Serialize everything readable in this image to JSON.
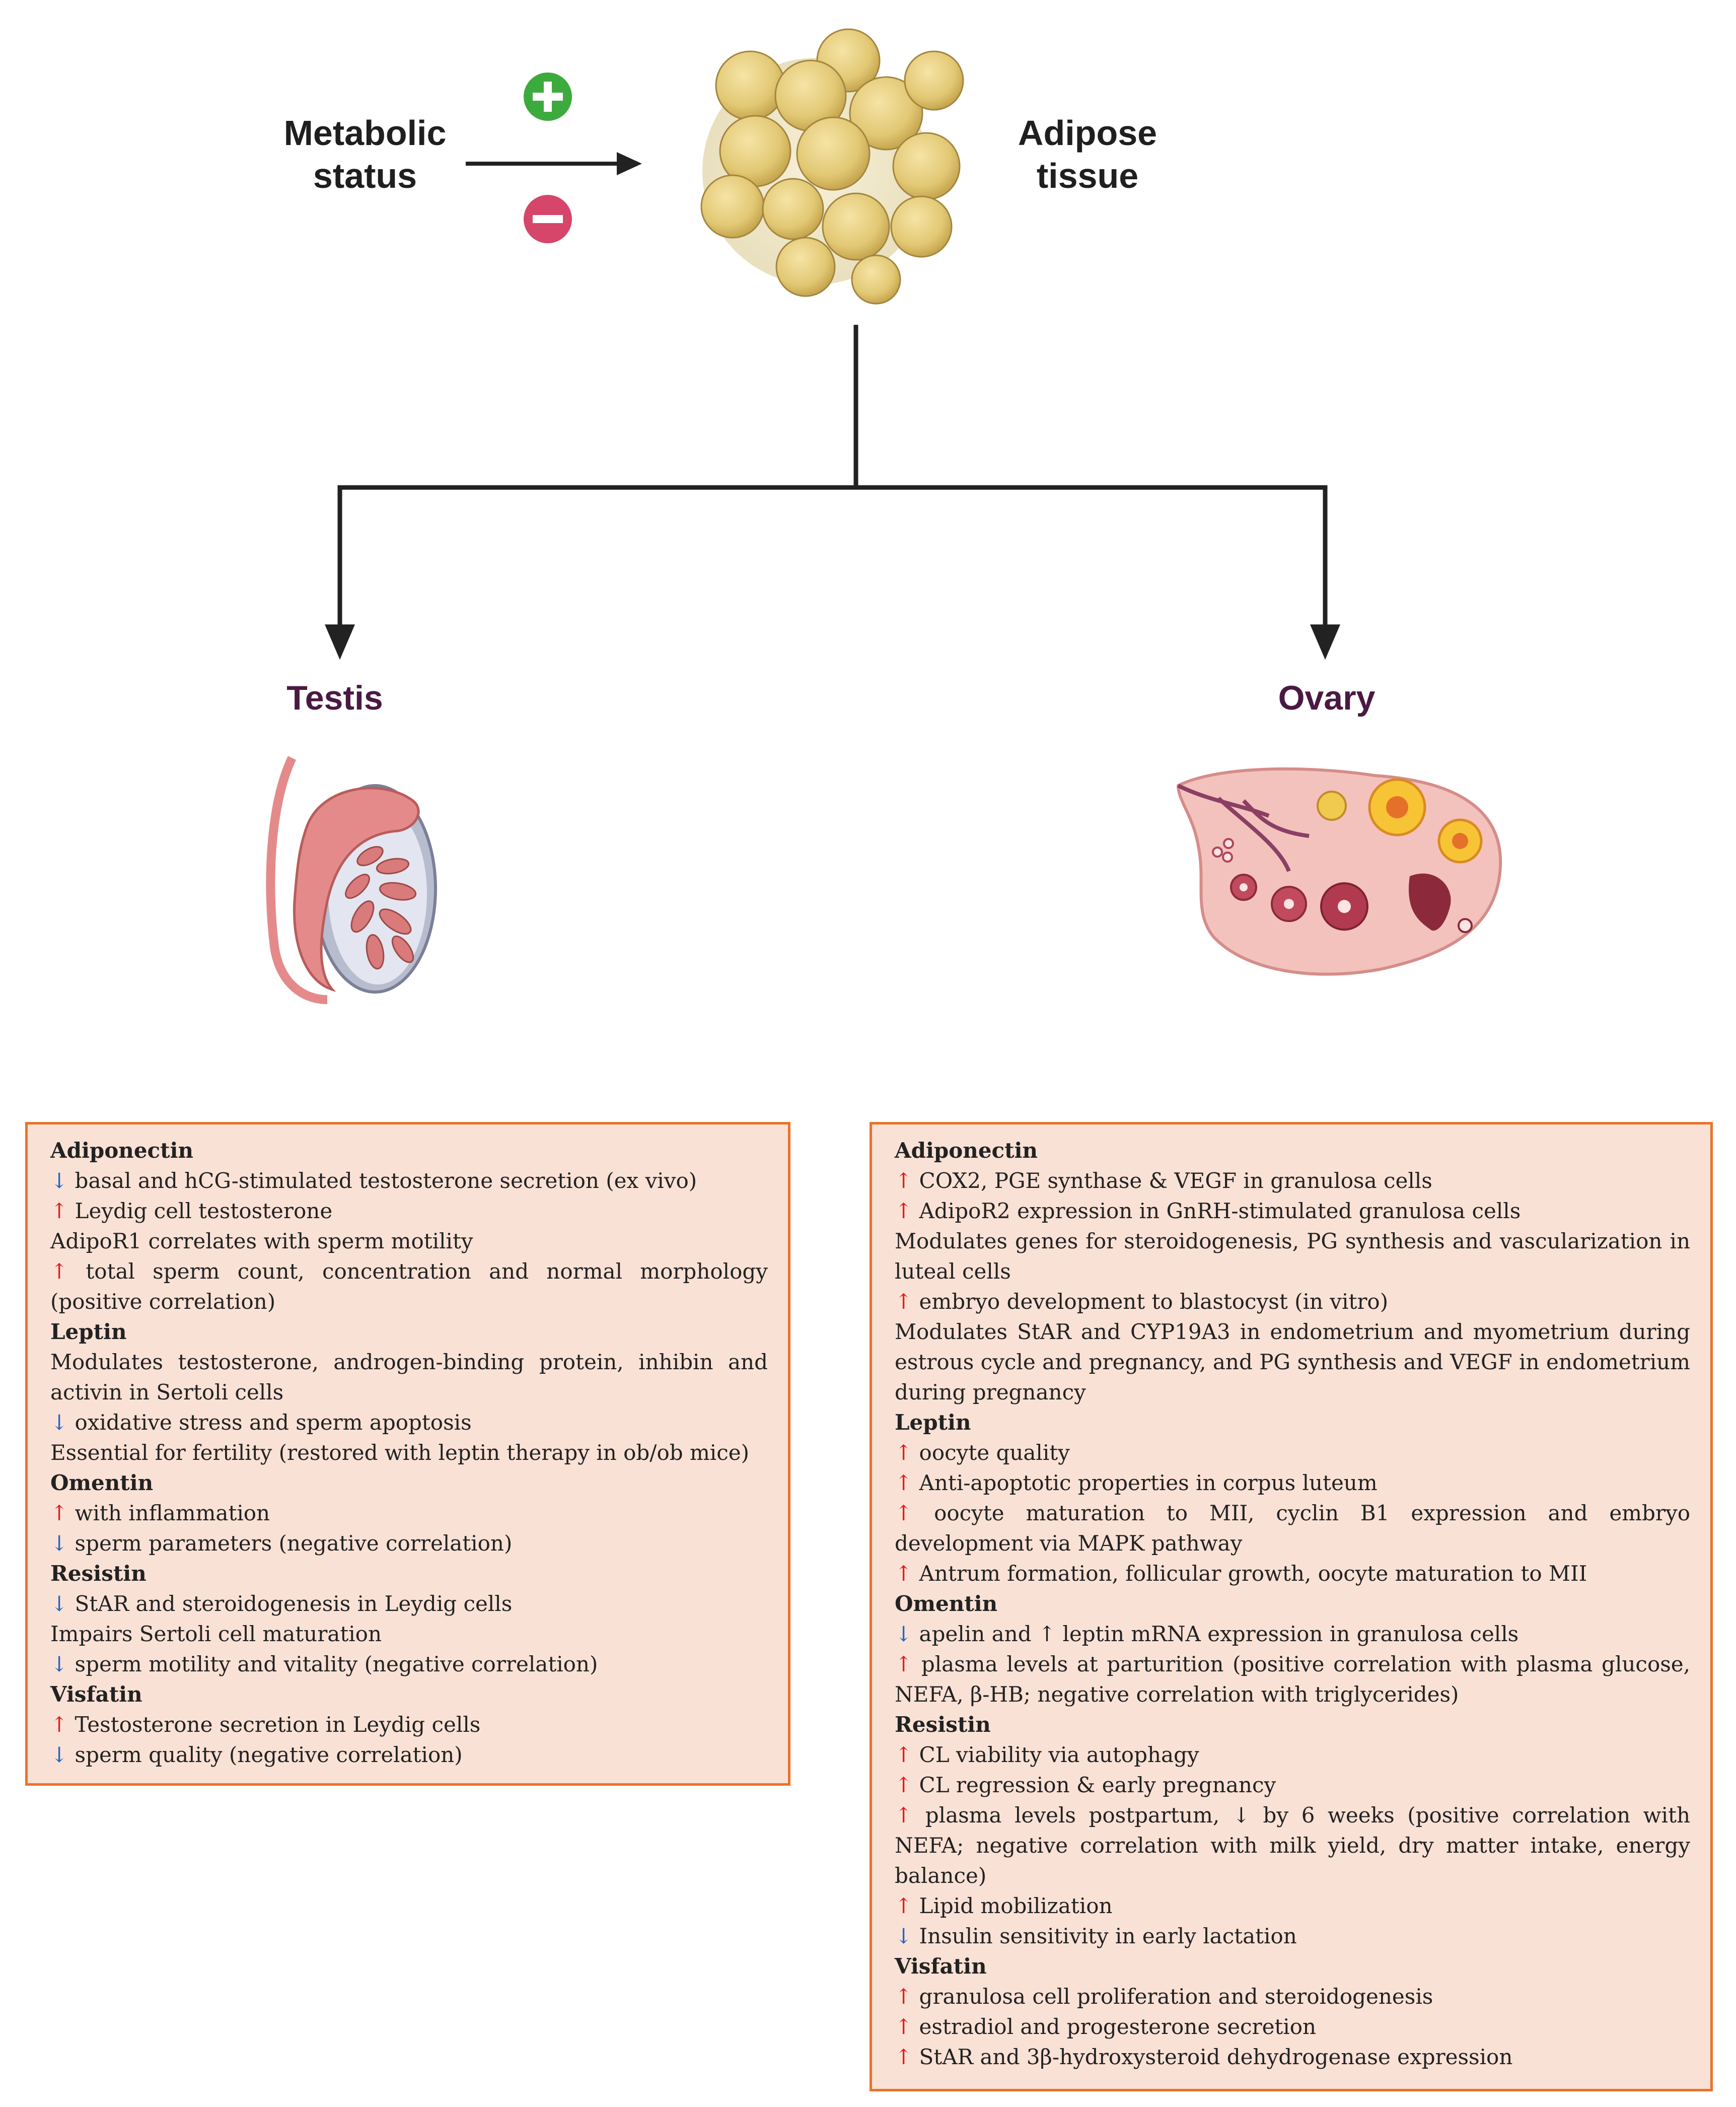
{
  "top": {
    "metabolic_status": "Metabolic status",
    "adipose_tissue": "Adipose tissue",
    "plus_symbol": "+",
    "minus_symbol": "−"
  },
  "organs": {
    "testis": "Testis",
    "ovary": "Ovary"
  },
  "colors": {
    "box_fill": "#fae1d6",
    "box_border": "#e8732c",
    "up_arrow": "#e02020",
    "down_arrow": "#2566c2",
    "plus_badge": "#3daa3d",
    "minus_badge": "#d6466a",
    "organ_title": "#4a1942"
  },
  "testis_effects": [
    {
      "heading": "Adiponectin",
      "lines": [
        {
          "arrow": "↓",
          "dir": "down",
          "text": " basal and hCG-stimulated testosterone secretion (ex vivo)"
        },
        {
          "arrow": "↑",
          "dir": "up",
          "text": " Leydig cell testosterone"
        },
        {
          "arrow": "",
          "dir": "",
          "text": "AdipoR1 correlates with sperm motility"
        },
        {
          "arrow": "↑",
          "dir": "up",
          "text": " total sperm count, concentration and normal morphology (positive correlation)",
          "wrap": true
        }
      ]
    },
    {
      "heading": "Leptin",
      "lines": [
        {
          "arrow": "",
          "dir": "",
          "text": "Modulates testosterone, androgen-binding protein, inhibin and activin in Sertoli cells",
          "wrap": true
        },
        {
          "arrow": "↓",
          "dir": "down",
          "text": " oxidative stress and sperm apoptosis"
        },
        {
          "arrow": "",
          "dir": "",
          "text": "Essential for fertility (restored with leptin therapy in ob/ob mice)"
        }
      ]
    },
    {
      "heading": "Omentin",
      "lines": [
        {
          "arrow": "↑",
          "dir": "up",
          "text": " with inflammation"
        },
        {
          "arrow": "↓",
          "dir": "down",
          "text": " sperm parameters (negative correlation)"
        }
      ]
    },
    {
      "heading": "Resistin",
      "lines": [
        {
          "arrow": "↓",
          "dir": "down",
          "text": " StAR and steroidogenesis in Leydig cells"
        },
        {
          "arrow": "",
          "dir": "",
          "text": "Impairs Sertoli cell maturation"
        },
        {
          "arrow": "↓",
          "dir": "down",
          "text": " sperm motility and vitality (negative correlation)"
        }
      ]
    },
    {
      "heading": "Visfatin",
      "lines": [
        {
          "arrow": "↑",
          "dir": "up",
          "text": " Testosterone secretion in Leydig cells"
        },
        {
          "arrow": "↓",
          "dir": "down",
          "text": " sperm quality (negative correlation)"
        }
      ]
    }
  ],
  "ovary_effects": [
    {
      "heading": "Adiponectin",
      "lines": [
        {
          "arrow": "↑",
          "dir": "up",
          "text": " COX2, PGE synthase & VEGF in granulosa cells"
        },
        {
          "arrow": "↑",
          "dir": "up",
          "text": " AdipoR2 expression in GnRH-stimulated granulosa cells"
        },
        {
          "arrow": "",
          "dir": "",
          "text": "Modulates genes for steroidogenesis, PG synthesis and vascularization in luteal cells",
          "wrap": true
        },
        {
          "arrow": "↑",
          "dir": "up",
          "text": " embryo development to blastocyst (in vitro)"
        },
        {
          "arrow": "",
          "dir": "",
          "text": "Modulates StAR and CYP19A3 in endometrium and myometrium during estrous cycle and pregnancy, and PG synthesis and VEGF in endometrium during pregnancy",
          "wrap": true
        }
      ]
    },
    {
      "heading": "Leptin",
      "lines": [
        {
          "arrow": "↑",
          "dir": "up",
          "text": " oocyte quality"
        },
        {
          "arrow": "↑",
          "dir": "up",
          "text": " Anti-apoptotic properties in corpus luteum"
        },
        {
          "arrow": "↑",
          "dir": "up",
          "text": " oocyte maturation to MII, cyclin B1 expression and embryo development via MAPK pathway",
          "wrap": true
        },
        {
          "arrow": "↑",
          "dir": "up",
          "text": " Antrum formation, follicular growth, oocyte maturation to MII"
        }
      ]
    },
    {
      "heading": "Omentin",
      "lines": [
        {
          "arrow": "↓",
          "dir": "down",
          "text": " apelin and ↑ leptin mRNA expression in granulosa cells"
        },
        {
          "arrow": "↑",
          "dir": "up",
          "text": " plasma levels at parturition (positive correlation with plasma glucose, NEFA, β-HB; negative correlation with triglycerides)",
          "wrap": true
        }
      ]
    },
    {
      "heading": "Resistin",
      "lines": [
        {
          "arrow": "↑",
          "dir": "up",
          "text": " CL viability via autophagy"
        },
        {
          "arrow": "↑",
          "dir": "up",
          "text": " CL regression & early pregnancy"
        },
        {
          "arrow": "↑",
          "dir": "up",
          "text": " plasma levels postpartum, ↓ by 6 weeks (positive correlation with NEFA; negative correlation with milk yield, dry matter intake, energy balance)",
          "wrap": true
        },
        {
          "arrow": "↑",
          "dir": "up",
          "text": " Lipid mobilization"
        },
        {
          "arrow": "↓",
          "dir": "down",
          "text": " Insulin sensitivity in early lactation"
        }
      ]
    },
    {
      "heading": "Visfatin",
      "lines": [
        {
          "arrow": "↑",
          "dir": "up",
          "text": " granulosa cell proliferation and steroidogenesis"
        },
        {
          "arrow": "↑",
          "dir": "up",
          "text": " estradiol and progesterone secretion"
        },
        {
          "arrow": "↑",
          "dir": "up",
          "text": " StAR and 3β-hydroxysteroid dehydrogenase expression"
        }
      ]
    }
  ]
}
